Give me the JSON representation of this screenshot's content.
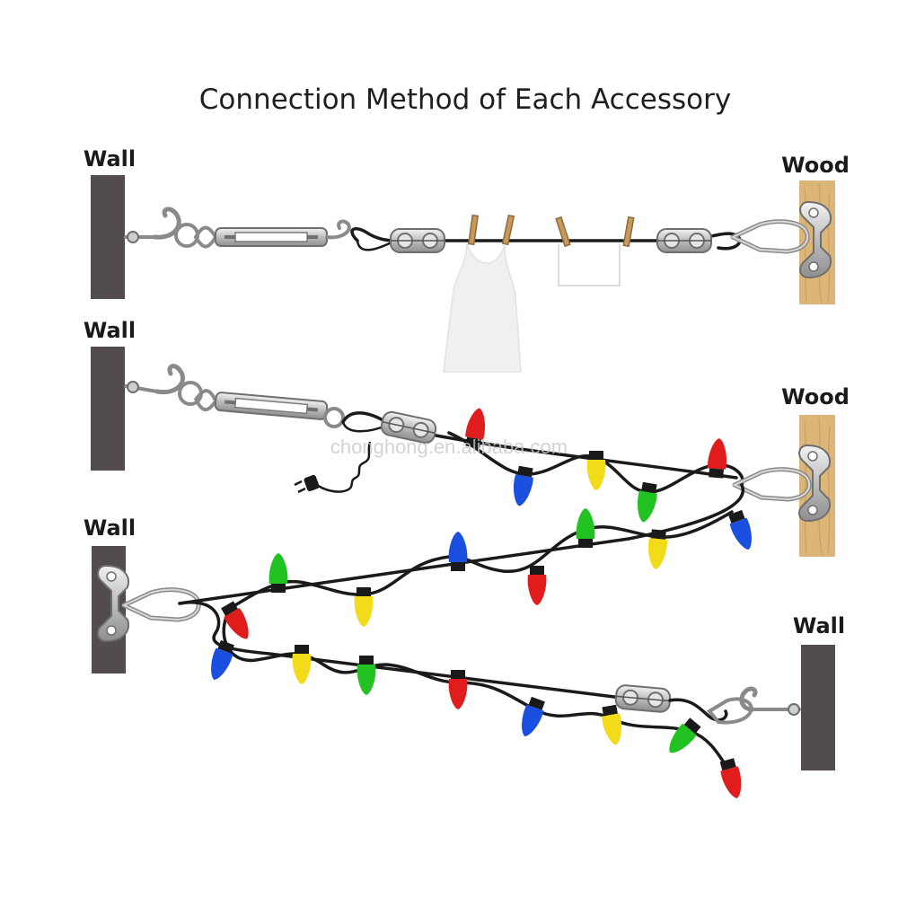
{
  "title": "Connection Method of Each Accessory",
  "labels": {
    "wall": "Wall",
    "wood": "Wood"
  },
  "watermark": "chonghong.en.alibaba.com",
  "colors": {
    "wall": "#524c4c",
    "wood": "#dcb679",
    "cable": "#1a1a1a",
    "bulb_red": "#e01c1c",
    "bulb_yellow": "#f2dc1a",
    "bulb_green": "#23c223",
    "bulb_blue": "#1a4fe0"
  },
  "icons": [
    "screw-hook-icon",
    "turnbuckle-icon",
    "wire-rope-clip-icon",
    "carabiner-icon",
    "eye-plate-icon",
    "clothespin-icon",
    "tank-top-icon",
    "cloth-icon",
    "power-plug-icon",
    "bulb-icon"
  ]
}
